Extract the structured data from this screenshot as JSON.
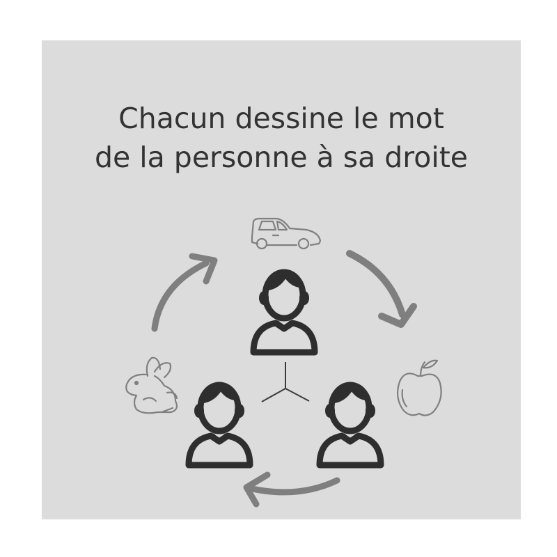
{
  "title": {
    "line1": "Chacun dessine le mot",
    "line2": "de la personne à sa droite"
  },
  "colors": {
    "background": "#ffffff",
    "panel": "#dcdcdc",
    "title_text": "#333333",
    "person": "#2e2e2e",
    "sketch": "#7a7a7a",
    "arrow": "#7f7f7f"
  },
  "people": [
    {
      "id": "top",
      "icon": "person-icon"
    },
    {
      "id": "bottom-left",
      "icon": "person-icon"
    },
    {
      "id": "bottom-right",
      "icon": "person-icon"
    }
  ],
  "sketches": [
    {
      "id": "car",
      "icon": "car-sketch-icon"
    },
    {
      "id": "apple",
      "icon": "apple-sketch-icon"
    },
    {
      "id": "rabbit",
      "icon": "rabbit-sketch-icon"
    }
  ],
  "arrows": [
    {
      "id": "top-right",
      "icon": "curved-arrow-icon"
    },
    {
      "id": "bottom",
      "icon": "curved-arrow-icon"
    },
    {
      "id": "left",
      "icon": "curved-arrow-icon"
    }
  ]
}
